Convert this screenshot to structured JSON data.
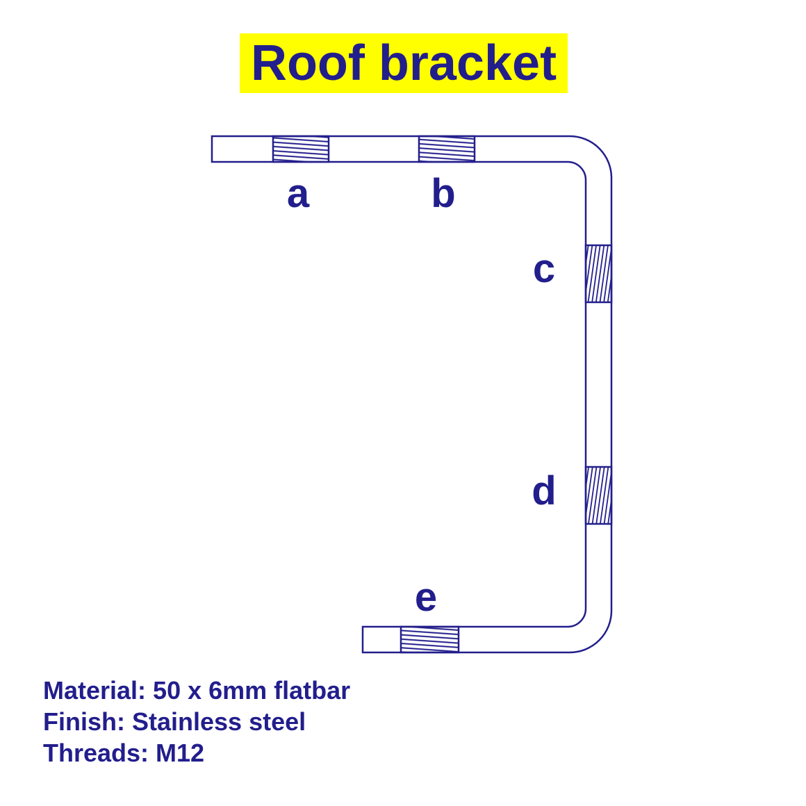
{
  "colors": {
    "navy": "#221e8c",
    "yellow": "#ffff00",
    "background": "#ffffff"
  },
  "title": {
    "text": "Roof bracket"
  },
  "diagram": {
    "description": "C-shaped roof bracket outline drawing with five hatched threaded sections",
    "labels": {
      "a": "a",
      "b": "b",
      "c": "c",
      "d": "d",
      "e": "e"
    }
  },
  "specs": {
    "lines": [
      "Material: 50 x 6mm flatbar",
      "Finish: Stainless steel",
      "Threads: M12"
    ]
  }
}
